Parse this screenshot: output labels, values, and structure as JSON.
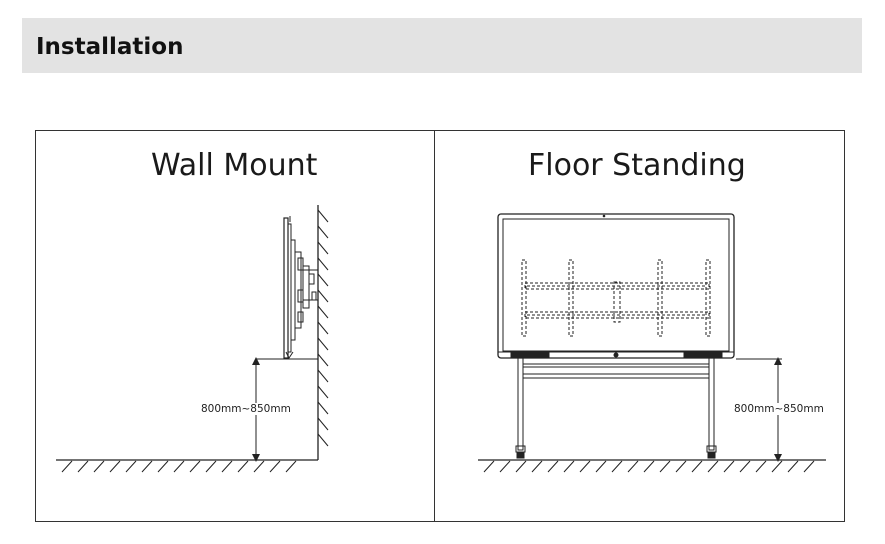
{
  "header": {
    "title": "Installation"
  },
  "panels": {
    "wall": {
      "title": "Wall Mount",
      "dimension": "800mm~850mm"
    },
    "floor": {
      "title": "Floor Standing",
      "dimension": "800mm~850mm"
    }
  },
  "colors": {
    "header_bg": "#e3e3e3",
    "line": "#222222"
  }
}
